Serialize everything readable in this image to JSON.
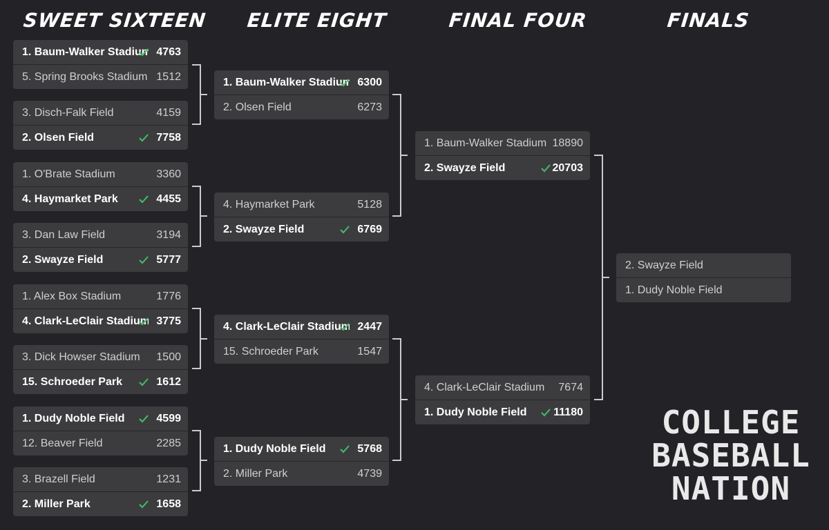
{
  "rounds": [
    "SWEET SIXTEEN",
    "ELITE EIGHT",
    "FINAL FOUR",
    "FINALS"
  ],
  "sweet_sixteen": [
    {
      "top": {
        "name": "1. Baum-Walker Stadium",
        "score": "4763",
        "win": true
      },
      "bottom": {
        "name": "5. Spring Brooks Stadium",
        "score": "1512",
        "win": false
      }
    },
    {
      "top": {
        "name": "3. Disch-Falk Field",
        "score": "4159",
        "win": false
      },
      "bottom": {
        "name": "2. Olsen Field",
        "score": "7758",
        "win": true
      }
    },
    {
      "top": {
        "name": "1. O'Brate Stadium",
        "score": "3360",
        "win": false
      },
      "bottom": {
        "name": "4. Haymarket Park",
        "score": "4455",
        "win": true
      }
    },
    {
      "top": {
        "name": "3. Dan Law Field",
        "score": "3194",
        "win": false
      },
      "bottom": {
        "name": "2. Swayze Field",
        "score": "5777",
        "win": true
      }
    },
    {
      "top": {
        "name": "1. Alex Box Stadium",
        "score": "1776",
        "win": false
      },
      "bottom": {
        "name": "4. Clark-LeClair Stadium",
        "score": "3775",
        "win": true
      }
    },
    {
      "top": {
        "name": "3. Dick Howser Stadium",
        "score": "1500",
        "win": false
      },
      "bottom": {
        "name": "15. Schroeder Park",
        "score": "1612",
        "win": true
      }
    },
    {
      "top": {
        "name": "1. Dudy Noble Field",
        "score": "4599",
        "win": true
      },
      "bottom": {
        "name": "12. Beaver Field",
        "score": "2285",
        "win": false
      }
    },
    {
      "top": {
        "name": "3. Brazell Field",
        "score": "1231",
        "win": false
      },
      "bottom": {
        "name": "2. Miller Park",
        "score": "1658",
        "win": true
      }
    }
  ],
  "elite_eight": [
    {
      "top": {
        "name": "1. Baum-Walker Stadium",
        "score": "6300",
        "win": true
      },
      "bottom": {
        "name": "2. Olsen Field",
        "score": "6273",
        "win": false
      }
    },
    {
      "top": {
        "name": "4. Haymarket Park",
        "score": "5128",
        "win": false
      },
      "bottom": {
        "name": "2. Swayze Field",
        "score": "6769",
        "win": true
      }
    },
    {
      "top": {
        "name": "4. Clark-LeClair Stadium",
        "score": "2447",
        "win": true
      },
      "bottom": {
        "name": "15. Schroeder Park",
        "score": "1547",
        "win": false
      }
    },
    {
      "top": {
        "name": "1. Dudy Noble Field",
        "score": "5768",
        "win": true
      },
      "bottom": {
        "name": "2. Miller Park",
        "score": "4739",
        "win": false
      }
    }
  ],
  "final_four": [
    {
      "top": {
        "name": "1. Baum-Walker Stadium",
        "score": "18890",
        "win": false
      },
      "bottom": {
        "name": "2. Swayze Field",
        "score": "20703",
        "win": true
      }
    },
    {
      "top": {
        "name": "4. Clark-LeClair Stadium",
        "score": "7674",
        "win": false
      },
      "bottom": {
        "name": "1. Dudy Noble Field",
        "score": "11180",
        "win": true
      }
    }
  ],
  "finals": [
    {
      "top": {
        "name": "2. Swayze Field",
        "score": "",
        "win": false
      },
      "bottom": {
        "name": "1. Dudy Noble Field",
        "score": "",
        "win": false
      }
    }
  ],
  "logo": {
    "line1": "COLLEGE",
    "line2": "BASEBALL",
    "line3": "NATION"
  },
  "colors": {
    "background": "#232327",
    "card": "#3c3c3f",
    "check": "#3fbf6a",
    "lines": "#cccccc"
  }
}
